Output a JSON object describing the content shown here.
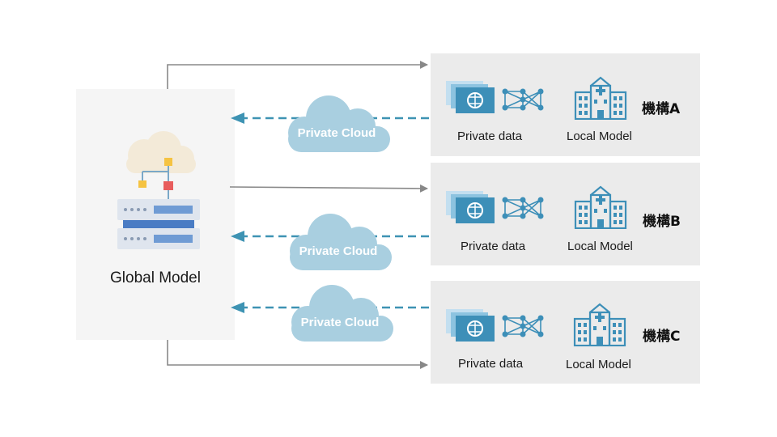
{
  "global": {
    "label": "Global Model"
  },
  "institutions": [
    {
      "name": "機構A",
      "data_label": "Private data",
      "model_label": "Local Model"
    },
    {
      "name": "機構B",
      "data_label": "Private data",
      "model_label": "Local Model"
    },
    {
      "name": "機構C",
      "data_label": "Private data",
      "model_label": "Local Model"
    }
  ],
  "clouds": [
    {
      "label": "Private Cloud"
    },
    {
      "label": "Private Cloud"
    },
    {
      "label": "Private Cloud"
    }
  ],
  "colors": {
    "panel": "#ebebeb",
    "global_panel": "#f5f5f5",
    "solid_arrow": "#888888",
    "dashed_arrow": "#3e93b3",
    "cloud": "#a9cfe0",
    "icon_blue": "#3d8fb8"
  },
  "icons": {
    "server": "cloud-server-icon",
    "data": "private-data-icon",
    "network": "neural-network-icon",
    "building": "hospital-building-icon"
  }
}
